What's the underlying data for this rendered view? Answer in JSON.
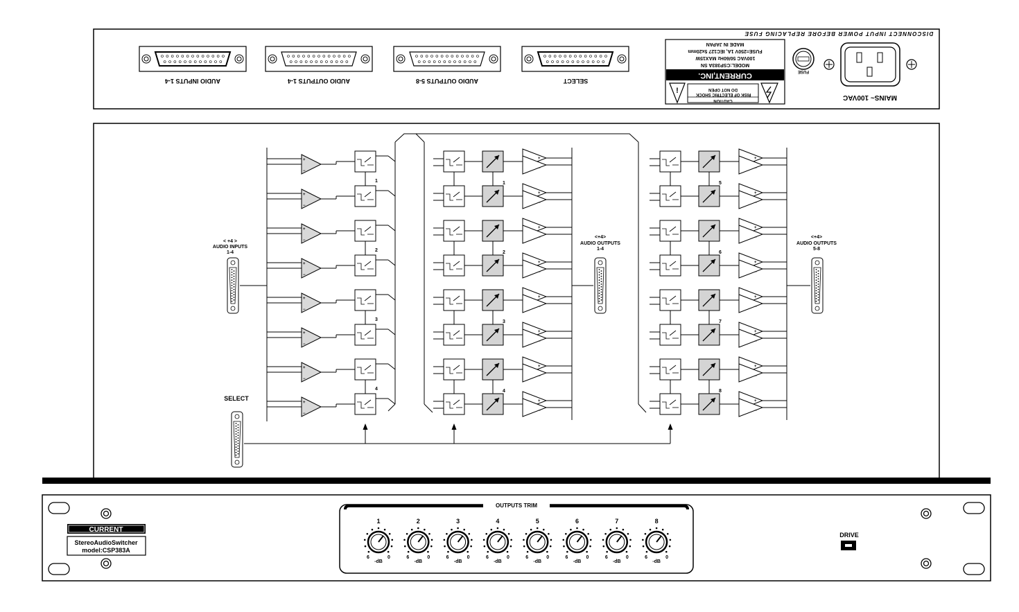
{
  "rear_panel": {
    "warning": "DISCONNECT INPUT POWER BEFORE REPLACING FUSE",
    "connectors": [
      "AUDIO INPUTS 1-4",
      "AUDIO OUTPUTS 1-4",
      "AUDIO OUTPUTS 5-8",
      "SELECT"
    ],
    "mains_label": "MAINS~ 100VAC",
    "fuse_label": "FUSE",
    "plate": {
      "brand": "CURRENT,INC.",
      "lines": [
        "MODEL:CSP383A SN",
        "100VAC 50/60Hz MAX15W",
        "FUSE=250V 1A, IEC127 5x20mm",
        "MADE IN JAPAN"
      ]
    },
    "caution": {
      "title": "CAUTION",
      "line1": "RISK OF ELECTRIC SHOCK",
      "line2": "DO NOT OPEN"
    }
  },
  "diagram": {
    "inputs_label": [
      "< +4 >",
      "AUDIO INPUTS",
      "1-4"
    ],
    "outputs_a_label": [
      "<+4>",
      "AUDIO OUTPUTS",
      "1-4"
    ],
    "outputs_b_label": [
      "<+4>",
      "AUDIO OUTPUTS",
      "5-8"
    ],
    "select_label": "SELECT",
    "input_channels": [
      "1",
      "2",
      "3",
      "4"
    ],
    "output_channels_a": [
      "1",
      "2",
      "3",
      "4"
    ],
    "output_channels_b": [
      "5",
      "6",
      "7",
      "8"
    ]
  },
  "front_panel": {
    "brand": "CURRENT",
    "model_line1": "StereoAudioSwitcher",
    "model_line2": "model:CSP383A",
    "trim_title": "OUTPUTS TRIM",
    "knobs": [
      "1",
      "2",
      "3",
      "4",
      "5",
      "6",
      "7",
      "8"
    ],
    "knob_min": "6",
    "knob_max": "0",
    "knob_unit": "-dB",
    "drive_label": "DRIVE"
  }
}
